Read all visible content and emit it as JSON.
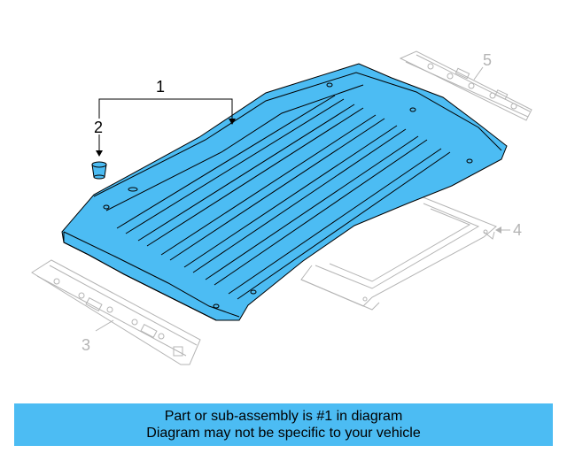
{
  "callouts": {
    "part_1": "1",
    "part_2": "2",
    "part_3": "3",
    "part_4": "4",
    "part_5": "5"
  },
  "colors": {
    "highlight_fill": "#4cbcf3",
    "highlight_stroke": "#000000",
    "ghost_stroke": "#b4b4b4",
    "banner_bg": "#4cbcf3"
  },
  "banner": {
    "line1": "Part or sub-assembly is #1 in diagram",
    "line2": "Diagram may not be specific to your vehicle"
  }
}
